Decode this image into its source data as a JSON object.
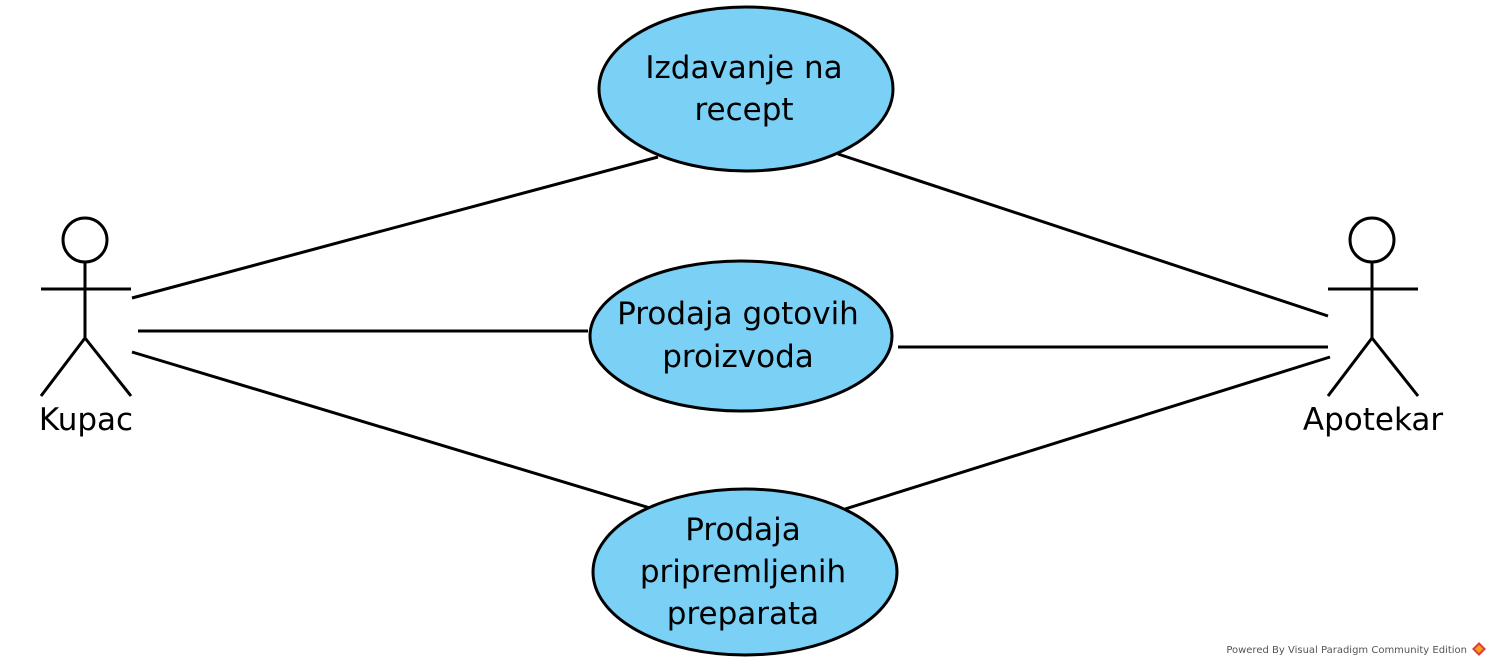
{
  "colors": {
    "fill": "#7ad0f5",
    "stroke": "#000000",
    "text": "#000000"
  },
  "actors": {
    "kupac": {
      "label": "Kupac"
    },
    "apotekar": {
      "label": "Apotekar"
    }
  },
  "use_cases": {
    "izdavanje": {
      "lines": [
        "Izdavanje na",
        "recept"
      ]
    },
    "gotovi": {
      "lines": [
        "Prodaja gotovih",
        "proizvoda"
      ]
    },
    "pripremljeni": {
      "lines": [
        "Prodaja",
        "pripremljenih",
        "preparata"
      ]
    }
  },
  "associations": [
    {
      "from": "Kupac",
      "to": "Izdavanje na recept"
    },
    {
      "from": "Kupac",
      "to": "Prodaja gotovih proizvoda"
    },
    {
      "from": "Kupac",
      "to": "Prodaja pripremljenih preparata"
    },
    {
      "from": "Apotekar",
      "to": "Izdavanje na recept"
    },
    {
      "from": "Apotekar",
      "to": "Prodaja gotovih proizvoda"
    },
    {
      "from": "Apotekar",
      "to": "Prodaja pripremljenih preparata"
    }
  ],
  "watermark": {
    "text": "Powered By Visual Paradigm Community Edition",
    "logo_icon": "visual-paradigm-logo-icon",
    "logo_colors": [
      "#e0403a",
      "#f6a31a"
    ]
  }
}
